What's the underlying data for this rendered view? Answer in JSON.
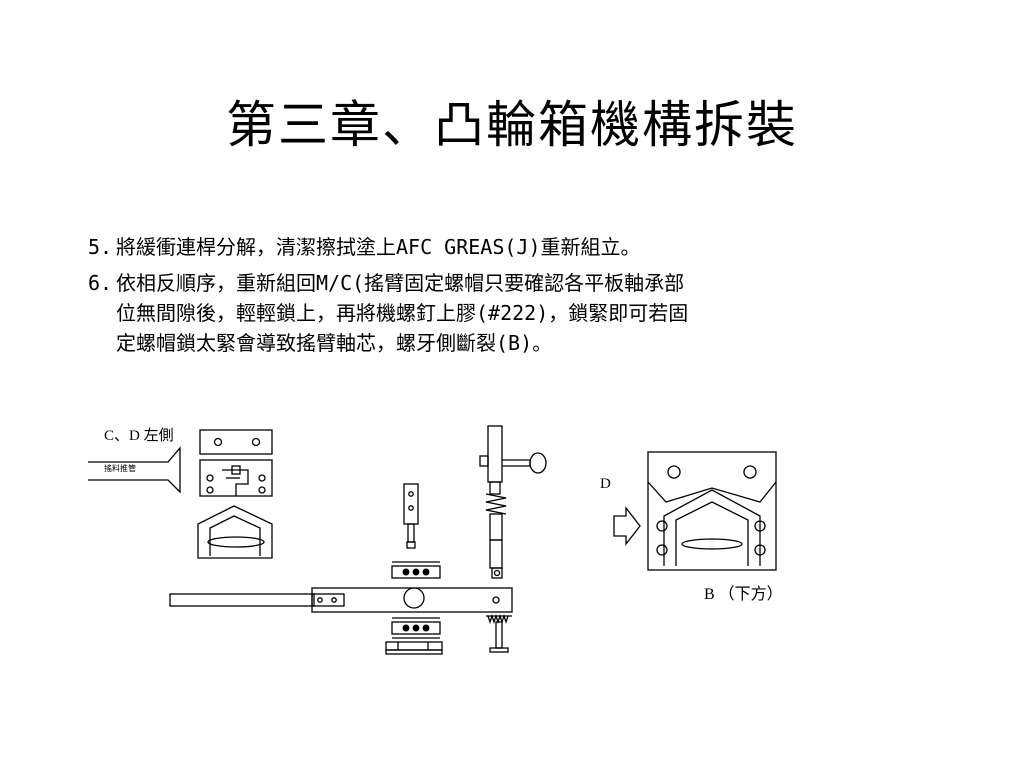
{
  "slide": {
    "title": "第三章、凸輪箱機構拆裝",
    "items": [
      {
        "number": "5.",
        "lines": [
          "將緩衝連桿分解，清潔擦拭塗上AFC GREAS(J)重新組立。"
        ]
      },
      {
        "number": "6.",
        "lines": [
          "依相反順序，重新組回M/C(搖臂固定螺帽只要確認各平板軸承部",
          "位無間隙後，輕輕鎖上，再將機螺釘上膠(#222)，鎖緊即可若固",
          "定螺帽鎖太緊會導致搖臂軸芯，螺牙側斷裂(B)。"
        ]
      }
    ]
  },
  "diagram": {
    "label_cd_left": "C、D 左側",
    "label_small": "搖料推管",
    "label_d": "D",
    "label_b": "B （下方）"
  }
}
